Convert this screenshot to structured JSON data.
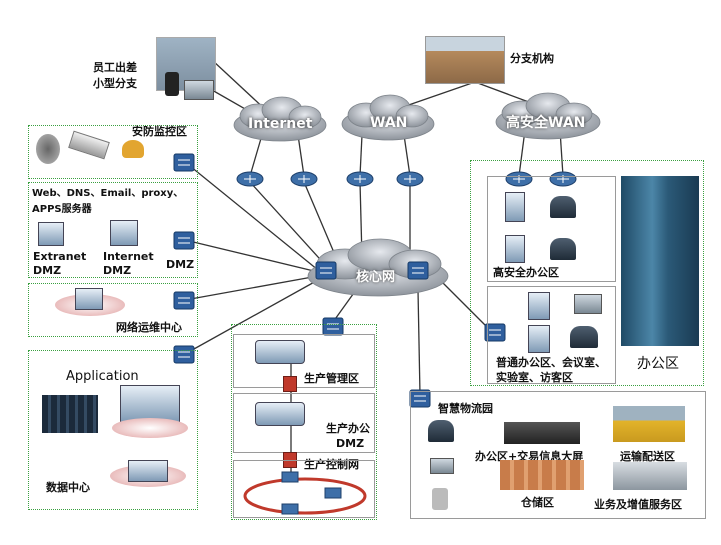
{
  "clouds": {
    "internet": "Internet",
    "wan": "WAN",
    "secure_wan": "高安全WAN",
    "core": "核心网"
  },
  "sites": {
    "travel": [
      "员工出差",
      "小型分支"
    ],
    "branch": "分支机构"
  },
  "left_zones": {
    "security": "安防监控区",
    "services": "Web、DNS、Email、proxy、",
    "apps_servers": "APPS服务器",
    "extranet": [
      "Extranet",
      "DMZ"
    ],
    "internet_dmz": [
      "Internet",
      "DMZ"
    ],
    "dmz": "DMZ",
    "noc": "网络运维中心",
    "application": "Application",
    "datacenter": "数据中心"
  },
  "middle_zones": {
    "mgmt": "生产管理区",
    "office": [
      "生产办公",
      "DMZ"
    ],
    "control": "生产控制网"
  },
  "right_zones": {
    "secure_office": "高安全办公区",
    "general_office": [
      "普通办公区、会议室、",
      "实验室、访客区"
    ],
    "office_area": "办公区"
  },
  "logistics": {
    "title": "智慧物流园",
    "office_exchange": "办公区+交易信息大屏",
    "transport": "运输配送区",
    "warehouse": "仓储区",
    "value_added": "业务及增值服务区"
  }
}
